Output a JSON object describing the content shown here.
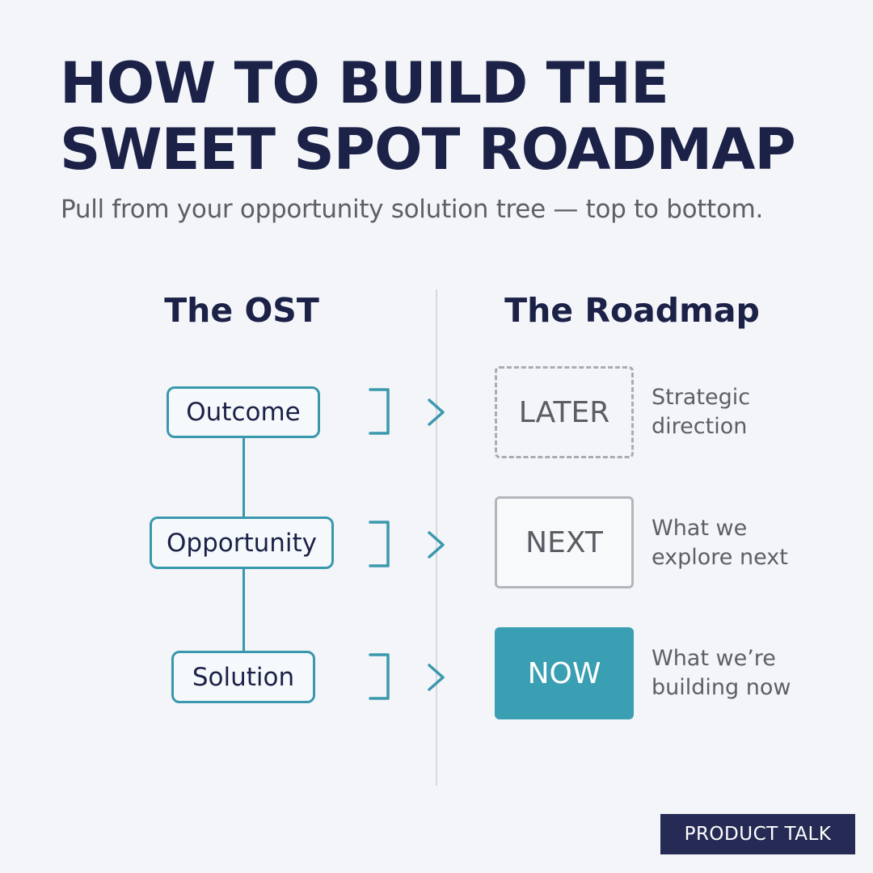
{
  "title_lines": [
    "HOW TO BUILD THE",
    "SWEET SPOT ROADMAP"
  ],
  "subtitle": "Pull from your opportunity solution tree — top to bottom.",
  "ost": {
    "heading": "The OST",
    "nodes": [
      "Outcome",
      "Opportunity",
      "Solution"
    ]
  },
  "roadmap": {
    "heading": "The Roadmap",
    "stages": [
      {
        "label": "LATER",
        "description_lines": [
          "Strategic",
          "direction"
        ]
      },
      {
        "label": "NEXT",
        "description_lines": [
          "What we",
          "explore next"
        ]
      },
      {
        "label": "NOW",
        "description_lines": [
          "What we’re",
          "building now"
        ]
      }
    ]
  },
  "icons": {
    "row_link": [
      "bracket-icon",
      "chevron-right-icon"
    ]
  },
  "colors": {
    "teal": "#3a98ad",
    "now_fill": "#3a9fb2",
    "navy": "#1b2147",
    "brand_bg": "#262b55"
  },
  "brand": "PRODUCT TALK"
}
